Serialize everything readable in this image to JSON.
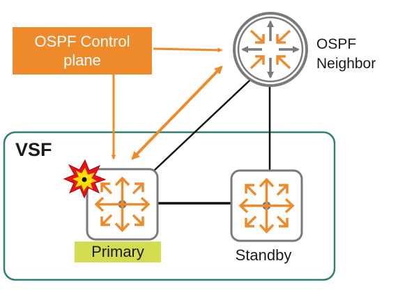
{
  "control_plane": {
    "line1": "OSPF Control",
    "line2": "plane"
  },
  "neighbor": {
    "line1": "OSPF",
    "line2": "Neighbor"
  },
  "vsf": {
    "label": "VSF"
  },
  "primary": {
    "label": "Primary"
  },
  "standby": {
    "label": "Standby"
  },
  "colors": {
    "accent_orange": "#ef8a2b",
    "frame_teal": "#2f7f73",
    "primary_tag": "#d4dc4f",
    "icon_gray": "#6f6f6f",
    "explosion_red": "#e8121a",
    "explosion_yellow": "#ffe100"
  }
}
